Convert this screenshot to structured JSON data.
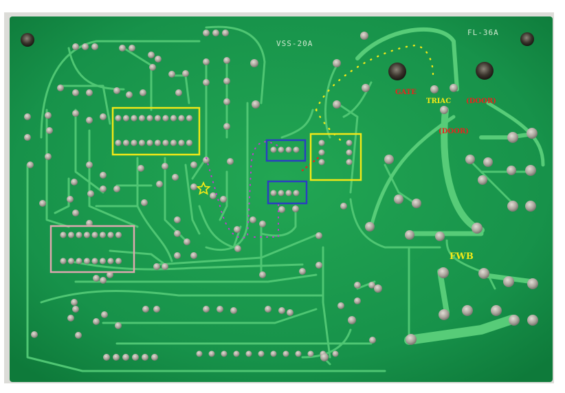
{
  "board": {
    "silkscreen": {
      "model_left": "VSS-20A",
      "model_right": "FL-36A"
    },
    "annotations": {
      "gate": "GATE",
      "triac": "TRIAC",
      "door_right": "(DOOR)",
      "door_below": "(DOOR)",
      "fwb": "FWB"
    },
    "colors": {
      "board": "#1a9b4a",
      "trace": "#4fc673",
      "pad": "#b5b0a8",
      "yellow_box": "#f2e817",
      "blue_box": "#2a3fc0",
      "pink_box": "#e0a8b0",
      "annotation_red": "#e8231c"
    },
    "markers": {
      "star": "star-icon"
    }
  }
}
